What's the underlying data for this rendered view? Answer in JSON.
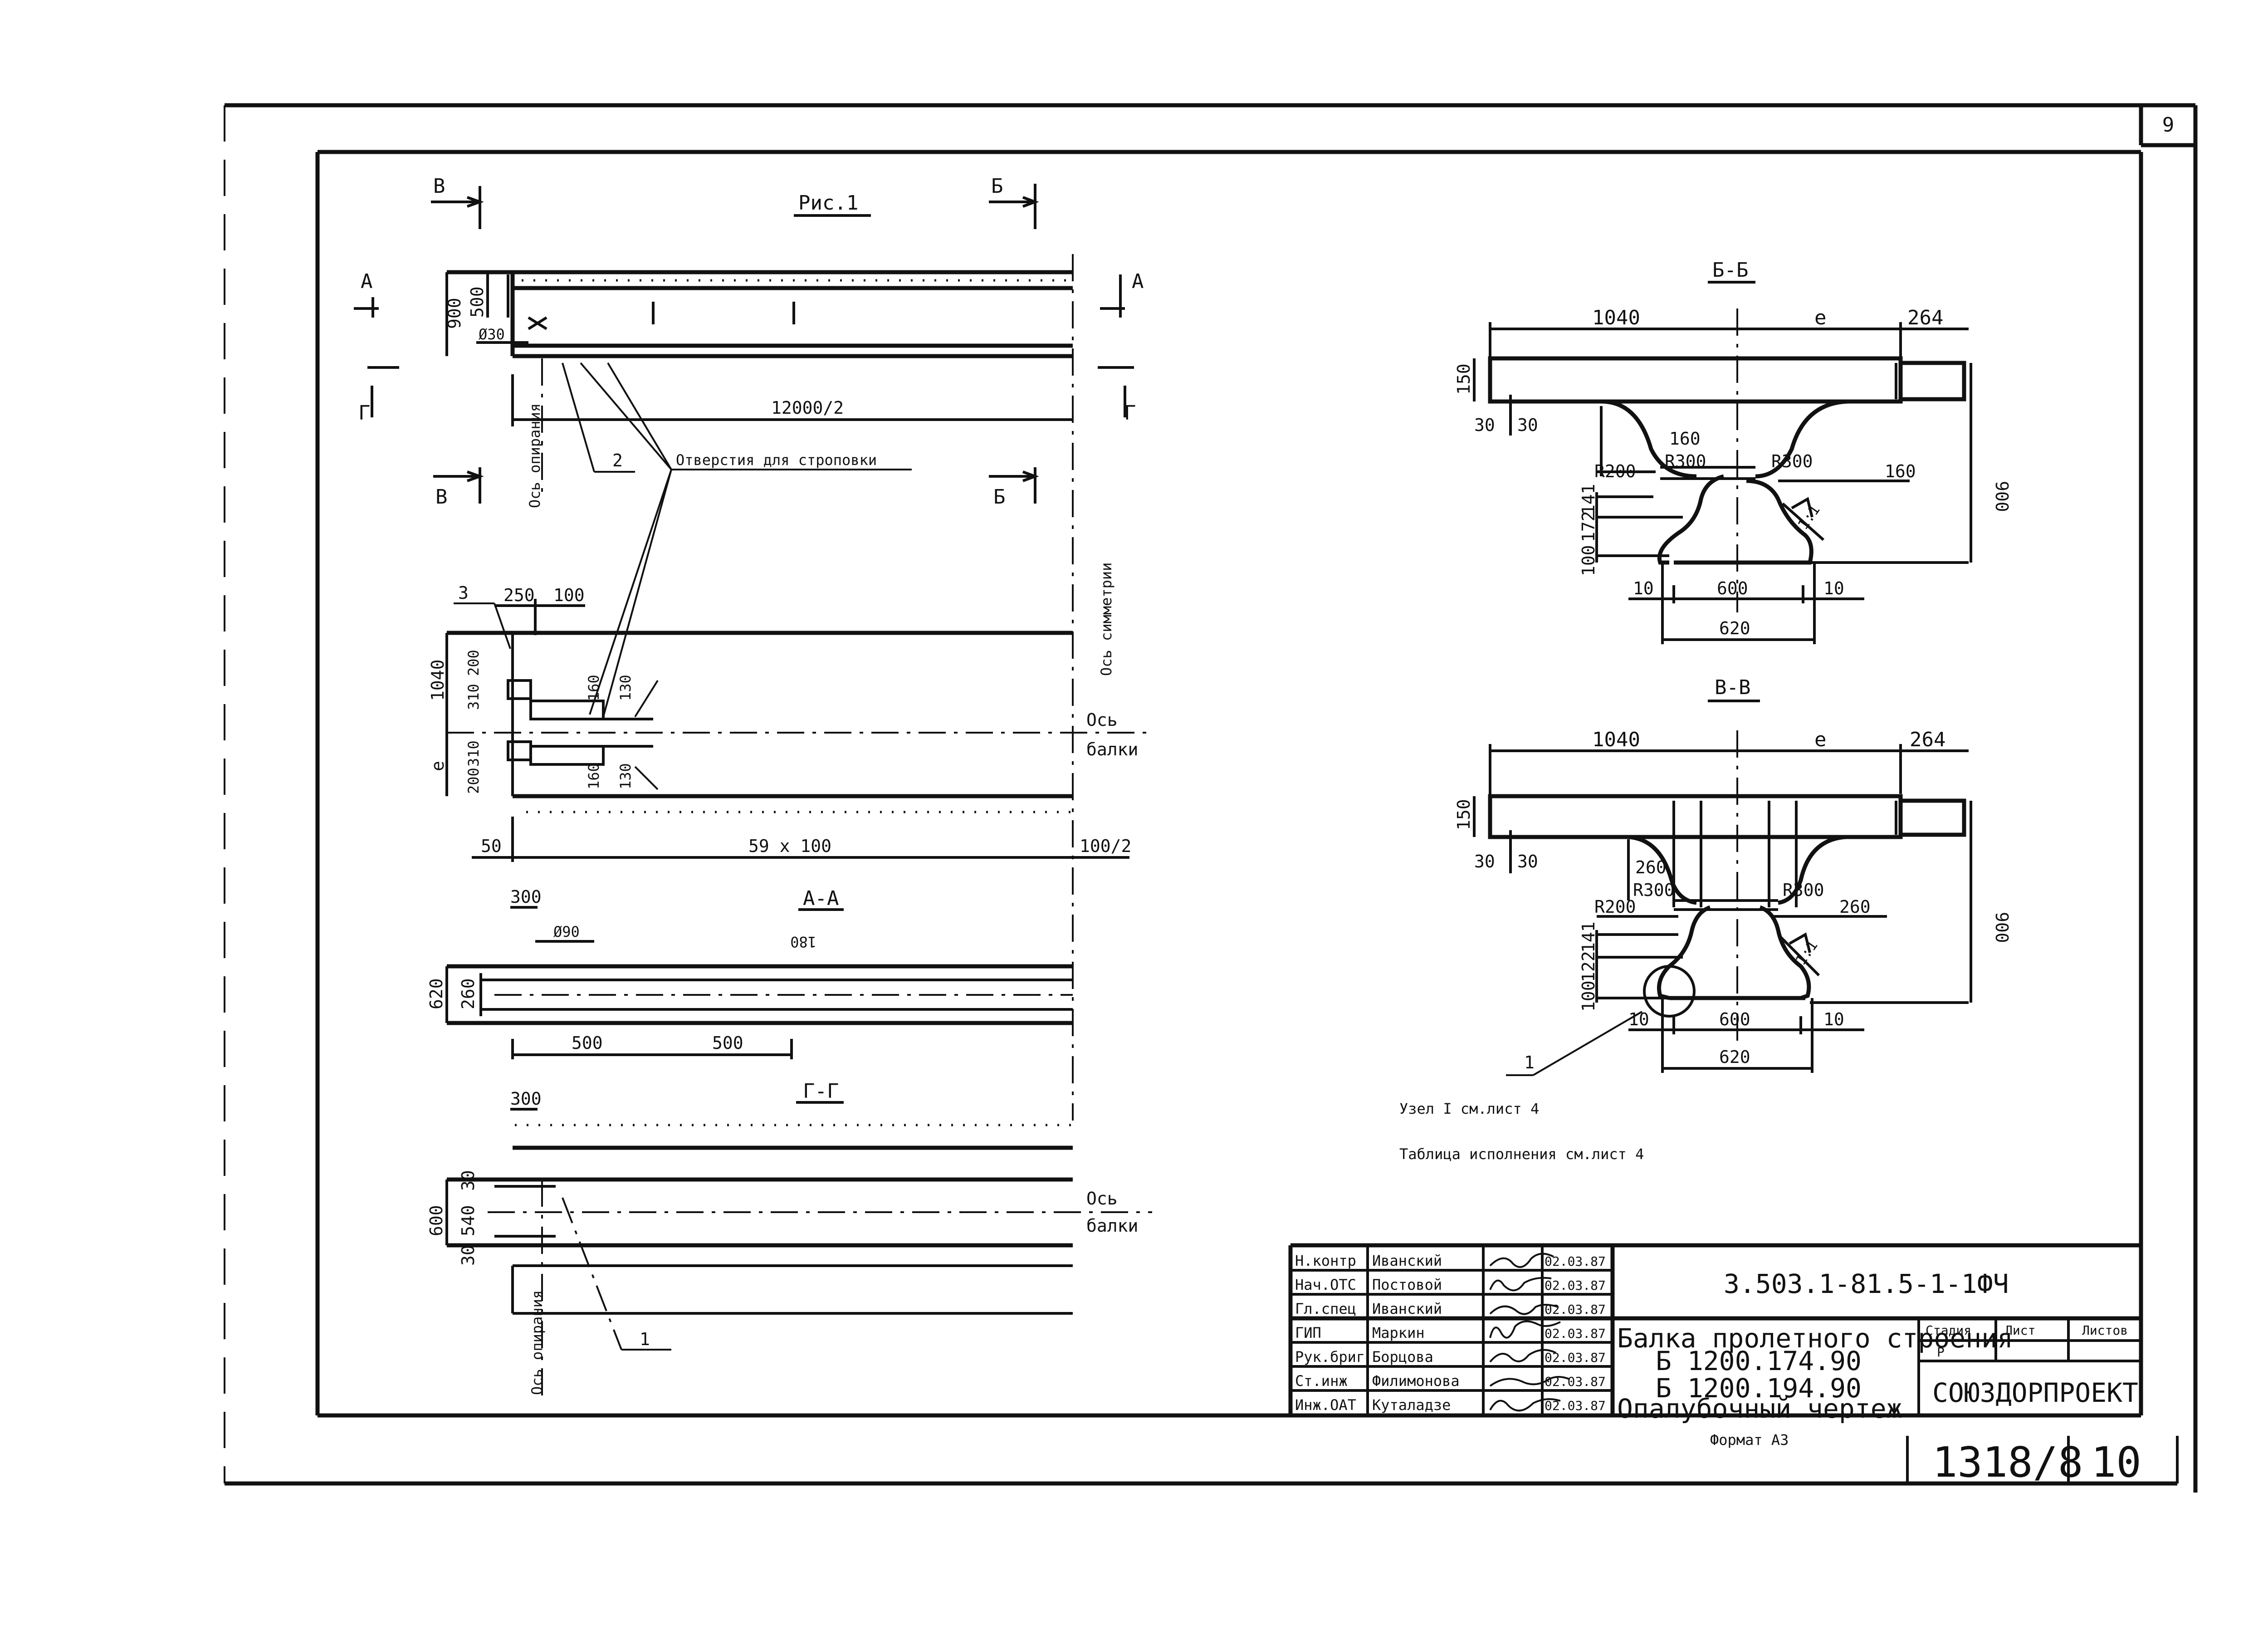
{
  "sheet": {
    "number": "9",
    "format_note": "Формат А3"
  },
  "fig": {
    "title": "Рис.1",
    "sections": {
      "b": "Б",
      "v": "В",
      "a": "А",
      "g": "Г"
    },
    "dims": {
      "h900": "900",
      "h500": "500",
      "d30": "Ø30",
      "span": "12000/2",
      "d250": "250",
      "d100": "100",
      "h1040": "1040",
      "h310a": "310",
      "h200a": "200",
      "e": "e",
      "h310b": "310",
      "h200b": "200",
      "h160a": "160",
      "h130a": "130",
      "h160b": "160",
      "h130b": "130",
      "d50": "50",
      "spacing": "59 x 100",
      "d100_2": "100/2",
      "d300a": "300",
      "d90": "Ø90",
      "d180": "180",
      "h620": "620",
      "h260": "260",
      "d500a": "500",
      "d500b": "500",
      "d300b": "300",
      "h600": "600",
      "h30a": "30",
      "h540": "540",
      "h30b": "30"
    },
    "callouts": {
      "n1": "1",
      "n2": "2",
      "n3": "3",
      "holes": "Отверстия для строповки"
    },
    "axes": {
      "support": "Ось опирания",
      "symmetry": "Ось симметрии",
      "beam_axis_1": "Ось",
      "beam_axis_2": "балки"
    },
    "section_aa": "А-А",
    "section_gg": "Г-Г"
  },
  "sec_bb": {
    "title": "Б-Б",
    "dims": {
      "w1040": "1040",
      "e": "e",
      "w264": "264",
      "h150": "150",
      "d30a": "30",
      "d30b": "30",
      "d160a": "160",
      "r300a": "R300",
      "r300b": "R300",
      "r200": "R200",
      "d160b": "160",
      "h900": "900",
      "h141": "141",
      "h172": "172",
      "h100": "100",
      "slope": "1:1",
      "d10a": "10",
      "w600": "600",
      "d10b": "10",
      "w620": "620"
    }
  },
  "sec_vv": {
    "title": "В-В",
    "dims": {
      "w1040": "1040",
      "e": "e",
      "w264": "264",
      "h150": "150",
      "d30a": "30",
      "d30b": "30",
      "d260a": "260",
      "r300a": "R300",
      "r300b": "R300",
      "r200": "R200",
      "d260b": "260",
      "h900": "900",
      "h141": "141",
      "h122": "122",
      "h100": "100",
      "slope": "1:1",
      "d10a": "10",
      "w600": "600",
      "d10b": "10",
      "w620": "620",
      "node": "1"
    }
  },
  "notes": {
    "node1": "Узел I см.лист 4",
    "table": "Таблица исполнения см.лист 4"
  },
  "title_block": {
    "doc_code": "3.503.1-81.5-1-1ФЧ",
    "rows": [
      {
        "role": "Н.контр",
        "name": "Иванский",
        "date": "02.03.87"
      },
      {
        "role": "Нач.ОТС",
        "name": "Постовой",
        "date": "02.03.87"
      },
      {
        "role": "Гл.спец",
        "name": "Иванский",
        "date": "02.03.87"
      },
      {
        "role": "ГИП",
        "name": "Маркин",
        "date": "02.03.87"
      },
      {
        "role": "Рук.бриг",
        "name": "Борцова",
        "date": "02.03.87"
      },
      {
        "role": "Ст.инж",
        "name": "Филимонова",
        "date": "02.03.87"
      },
      {
        "role": "Инж.ОАТ",
        "name": "Куталадзе",
        "date": "02.03.87"
      }
    ],
    "name_lines": [
      "Балка пролетного строения",
      "Б 1200.174.90",
      "Б 1200.194.90",
      "Опалубочный чертеж"
    ],
    "stage_headers": {
      "stage": "Стадия",
      "sheet": "Лист",
      "sheets": "Листов"
    },
    "stage_value": "Р",
    "org": "СОЮЗДОРПРОЕКТ",
    "bottom_left": "1318/8",
    "bottom_right": "10"
  }
}
